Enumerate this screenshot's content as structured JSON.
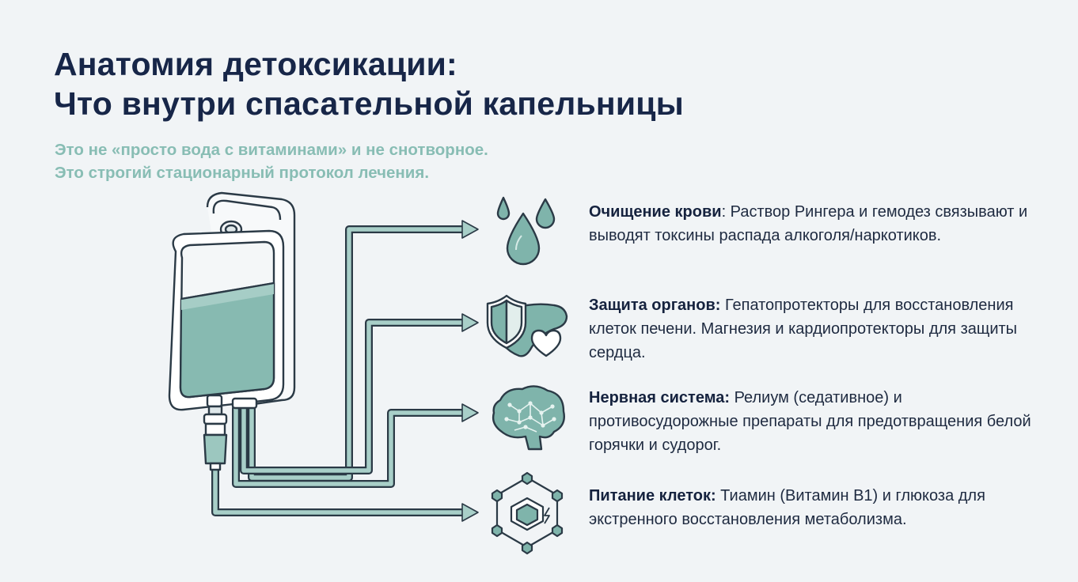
{
  "title": {
    "line1": "Анатомия детоксикации:",
    "line2": "Что внутри спасательной капельницы"
  },
  "subtitle": {
    "line1": "Это не «просто вода с витаминами» и не снотворное.",
    "line2": "Это строгий стационарный протокол лечения."
  },
  "colors": {
    "background": "#f1f4f6",
    "title": "#172648",
    "subtitle": "#88bdb4",
    "accent_fill": "#7fb4ab",
    "line": "#2b3a46"
  },
  "items": [
    {
      "icon": "water-drops-icon",
      "lead": "Очищение крови",
      "rest": ": Раствор Рингера и гемодез связывают и выводят токсины распада алкоголя/наркотиков."
    },
    {
      "icon": "organ-protection-icon",
      "lead": "Защита органов:",
      "rest": " Гепатопротекторы для восстановления клеток печени. Магнезия и кардиопротекторы для защиты сердца."
    },
    {
      "icon": "brain-icon",
      "lead": "Нервная система:",
      "rest": " Релиум (седативное) и противосудорожные препараты для предотвращения белой горячки и судорог."
    },
    {
      "icon": "cell-nutrition-icon",
      "lead": "Питание клеток:",
      "rest": " Тиамин (Витамин B1) и глюкоза для экстренного восстановления метаболизма."
    }
  ]
}
